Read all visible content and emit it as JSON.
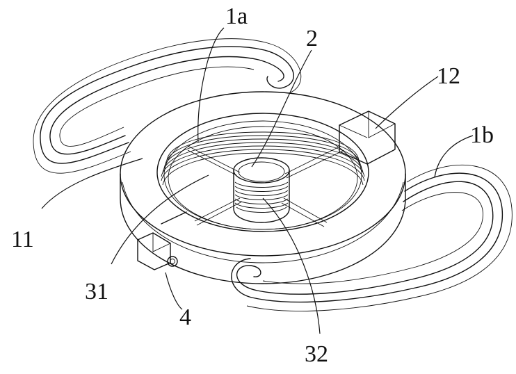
{
  "labels": {
    "l_1a": "1a",
    "l_2": "2",
    "l_12": "12",
    "l_1b": "1b",
    "l_11": "11",
    "l_31": "31",
    "l_4": "4",
    "l_32": "32"
  },
  "colors": {
    "line": "#111111",
    "background": "#ffffff"
  }
}
